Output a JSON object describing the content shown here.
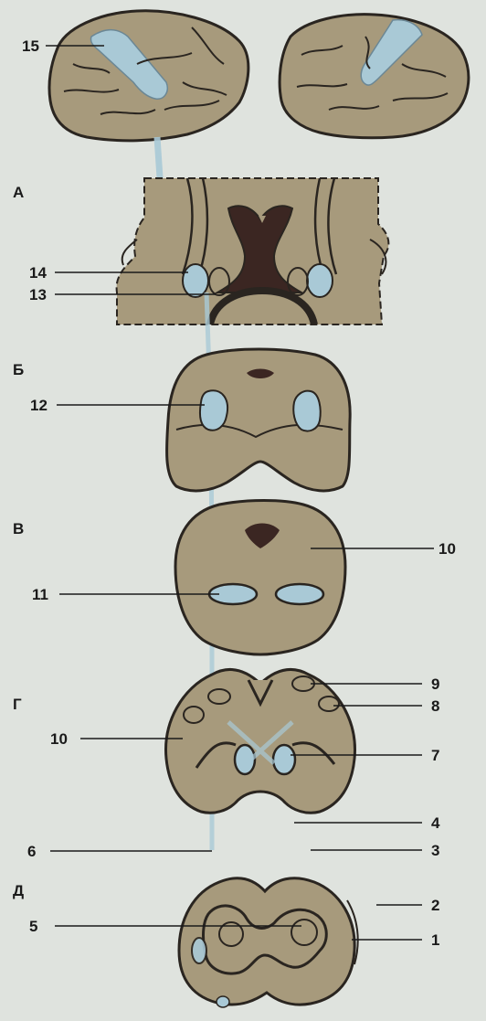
{
  "sections": [
    "А",
    "Б",
    "В",
    "Г",
    "Д"
  ],
  "labels": {
    "l1": "1",
    "l2": "2",
    "l3": "3",
    "l4": "4",
    "l5": "5",
    "l6": "6",
    "l7": "7",
    "l8": "8",
    "l9": "9",
    "l10_right": "10",
    "l10_left": "10",
    "l11": "11",
    "l12": "12",
    "l13": "13",
    "l14": "14",
    "l15": "15"
  },
  "colors": {
    "background": "#dfe3de",
    "tissue": "#a79a7c",
    "tract": "#a9c9d6",
    "ventricle": "#3b2622",
    "outline": "#2a2520"
  }
}
